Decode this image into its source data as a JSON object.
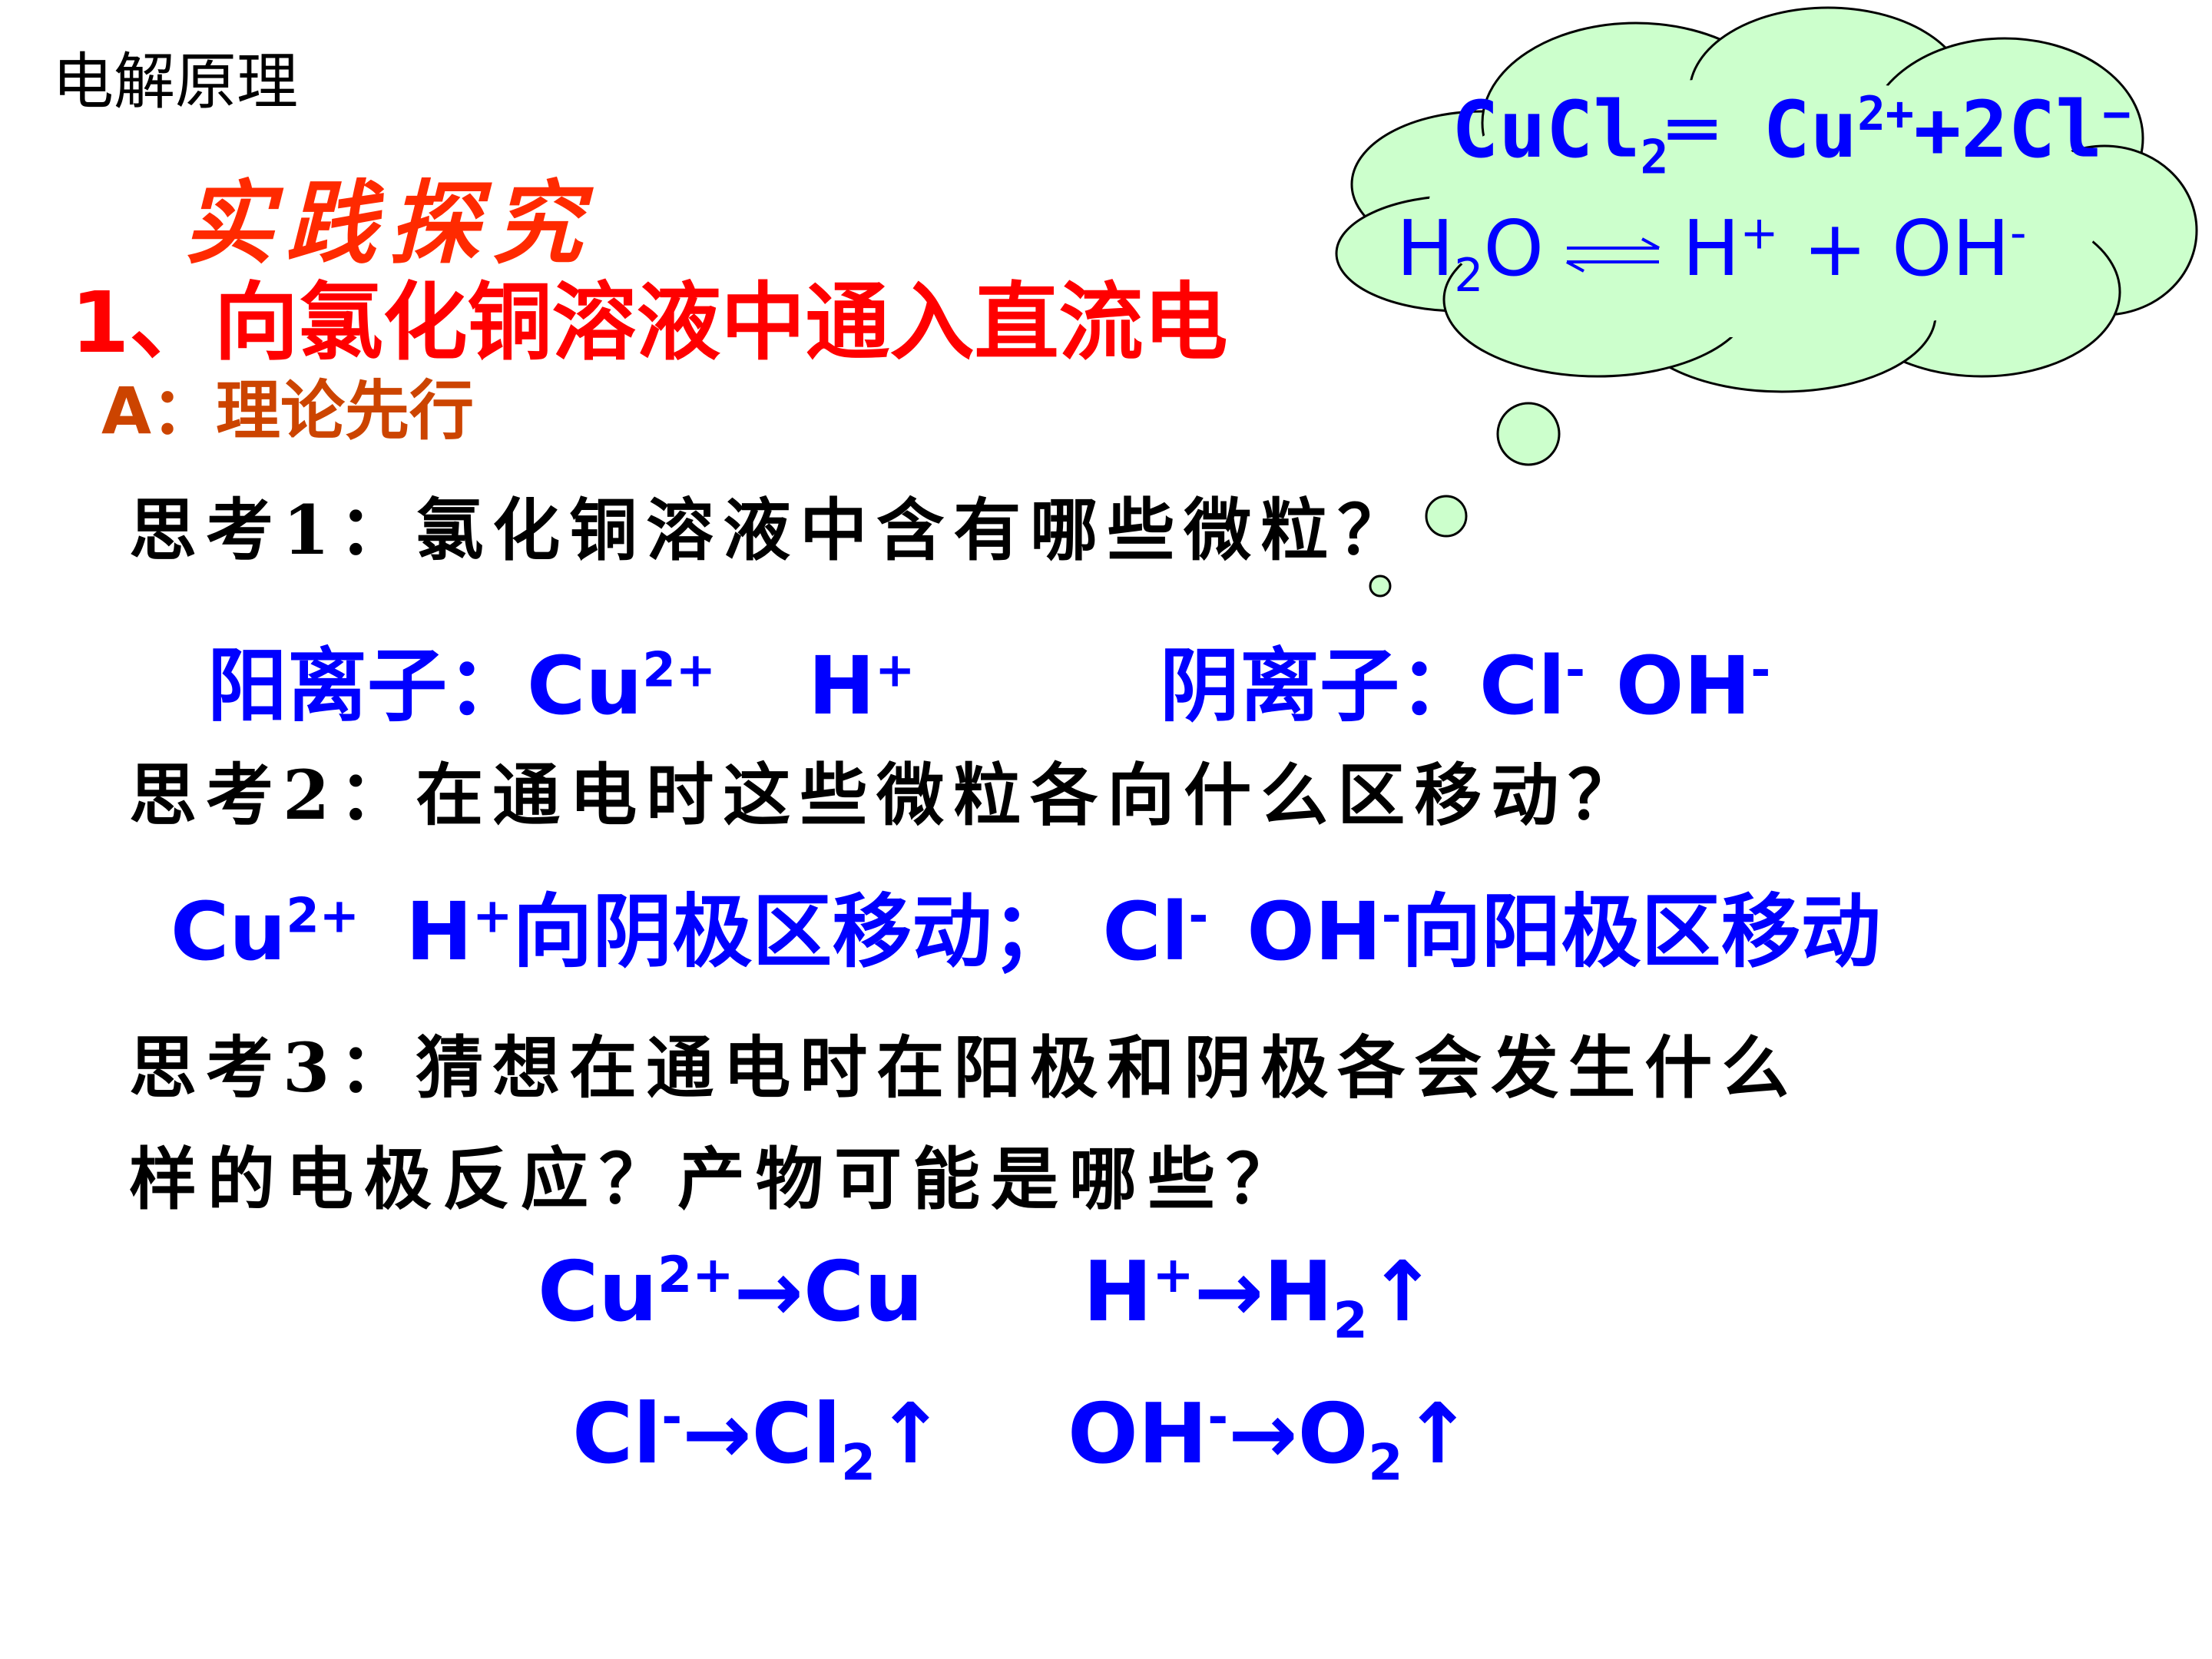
{
  "header": {
    "page_title": "电解原理"
  },
  "practice_title": "实践探究",
  "section": {
    "title": "1、向氯化铜溶液中通入直流电",
    "subsection": "A：理论先行"
  },
  "cloud": {
    "eq1": {
      "reactant": "CuCl",
      "reactant_sub": "2",
      "sign": "═",
      "cation": "Cu",
      "cation_sup": "2+",
      "rest": "+2Cl",
      "rest_sup": "−"
    },
    "eq2": {
      "reactant": "H",
      "reactant_sub": "2",
      "reactant_rest": "O",
      "product1": "H",
      "product1_sup": "+",
      "plus": " + ",
      "product2": "OH",
      "product2_sup": "-"
    },
    "fill_color": "#ccffcc"
  },
  "think1": "思考1：氯化铜溶液中含有哪些微粒？",
  "ions": {
    "cations_label": "阳离子：",
    "cu": "Cu",
    "cu_sup": "2+",
    "h": "H",
    "h_sup": "+",
    "anions_label": "阴离子：",
    "cl": "Cl",
    "cl_sup": "-",
    "oh": "OH",
    "oh_sup": "-"
  },
  "think2": "思考2：在通电时这些微粒各向什么区移动？",
  "migration": {
    "cu": "Cu",
    "cu_sup": "2+",
    "h": "H",
    "h_sup": "+",
    "cathode_text": "向阴极区移动；",
    "cl": "Cl",
    "cl_sup": "-",
    "oh": "OH",
    "oh_sup": "-",
    "anode_text": "向阳极区移动"
  },
  "think3": {
    "line1": "思考3：猜想在通电时在阳极和阴极各会发生什么",
    "line2": "样的电极反应？产物可能是哪些？"
  },
  "products": {
    "cu_from": "Cu",
    "cu_from_sup": "2+",
    "cu_to": "→Cu",
    "h_from": "H",
    "h_from_sup": "+",
    "h_to": "→H",
    "h_to_sub": "2",
    "h_arrow": "↑",
    "cl_from": "Cl",
    "cl_from_sup": "-",
    "cl_to": "→Cl",
    "cl_to_sub": "2",
    "cl_arrow": "↑",
    "oh_from": "OH",
    "oh_from_sup": "-",
    "oh_to": "→O",
    "oh_to_sub": "2",
    "oh_arrow": "↑"
  },
  "colors": {
    "red": "#ff0000",
    "orange": "#cc4400",
    "blue": "#0000ff",
    "cloud": "#ccffcc"
  }
}
